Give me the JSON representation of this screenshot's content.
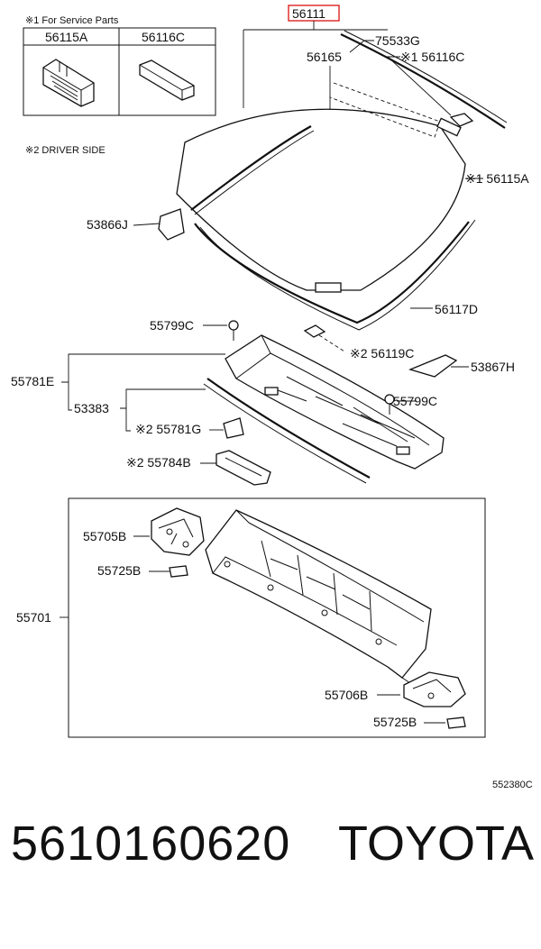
{
  "legend": {
    "note1": "※1 For Service Parts",
    "col1": "56115A",
    "col2": "56116C",
    "note2": "※2  DRIVER SIDE"
  },
  "labels": {
    "p56111": "56111",
    "p75533G": "75533G",
    "p56165": "56165",
    "p56116C": "※1 56116C",
    "p56115A": "※1 56115A",
    "p53866J": "53866J",
    "p56117D": "56117D",
    "p55799C_a": "55799C",
    "p56119C": "※2  56119C",
    "p53867H": "53867H",
    "p55781E": "55781E",
    "p55799C_b": "55799C",
    "p53383": "53383",
    "p55781G": "※2 55781G",
    "p55784B": "※2 55784B",
    "p55705B": "55705B",
    "p55725B_a": "55725B",
    "p55701": "55701",
    "p55706B": "55706B",
    "p55725B_b": "55725B",
    "code": "552380C"
  },
  "footer": {
    "part_number": "5610160620",
    "brand": "TOYOTA"
  }
}
